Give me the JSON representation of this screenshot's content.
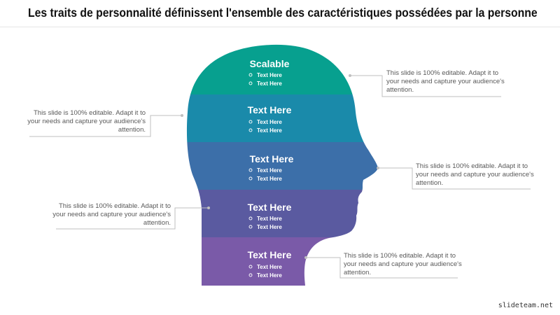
{
  "title": "Les traits de personnalité définissent l'ensemble des caractéristiques possédées par la personne",
  "colors": {
    "band1": "#07a08f",
    "band2": "#1a8aaa",
    "band3": "#3c6fa9",
    "band4": "#5a5aa0",
    "band5": "#7a5aa8",
    "leader": "#bfbfbf"
  },
  "bands": [
    {
      "title": "Scalable",
      "bullets": [
        "Text Here",
        "Text Here"
      ]
    },
    {
      "title": "Text Here",
      "bullets": [
        "Text Here",
        "Text Here"
      ]
    },
    {
      "title": "Text Here",
      "bullets": [
        "Text Here",
        "Text Here"
      ]
    },
    {
      "title": "Text Here",
      "bullets": [
        "Text Here",
        "Text Here"
      ]
    },
    {
      "title": "Text Here",
      "bullets": [
        "Text Here",
        "Text Here"
      ]
    }
  ],
  "notes": [
    {
      "text": "This slide is 100% editable. Adapt it to your needs and capture your audience's attention."
    },
    {
      "text": "This slide is 100% editable. Adapt it to your needs and capture your audience's attention."
    },
    {
      "text": "This slide is 100% editable. Adapt it to your needs and capture your audience's attention."
    },
    {
      "text": "This slide is 100% editable. Adapt it to your needs and capture your audience's attention."
    },
    {
      "text": "This slide is 100% editable. Adapt it to your needs and capture your audience's attention."
    }
  ],
  "watermark": "slideteam.net"
}
